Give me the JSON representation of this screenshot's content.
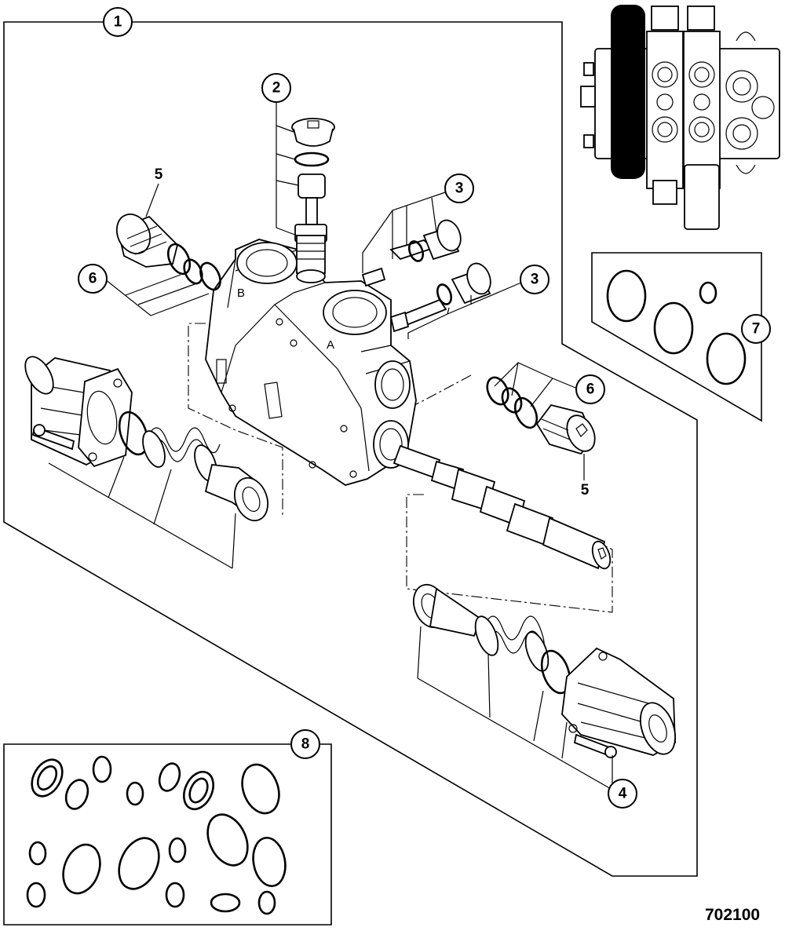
{
  "figure_id": "702100",
  "callouts": {
    "c1": "1",
    "c2": "2",
    "c3a": "3",
    "c3b": "3",
    "c4": "4",
    "c5a": "5",
    "c5b": "5",
    "c6a": "6",
    "c6b": "6",
    "c7": "7",
    "c8": "8"
  },
  "port_labels": {
    "port_a": "A",
    "port_b": "B"
  },
  "colors": {
    "line": "#000000",
    "background": "#ffffff",
    "shading": "#f2f2f2",
    "dark_section": "#000000"
  }
}
